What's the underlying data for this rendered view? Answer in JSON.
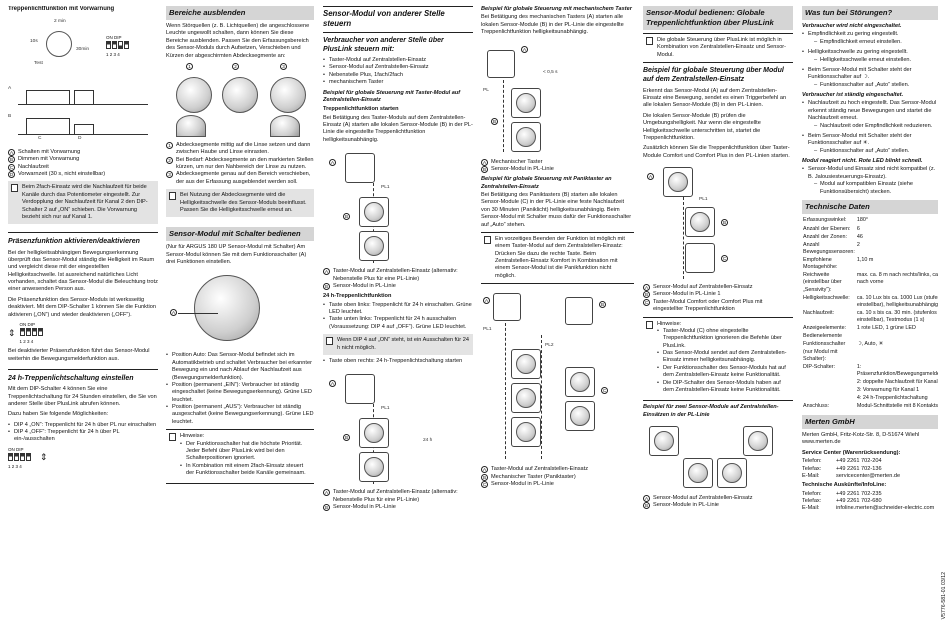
{
  "col1": {
    "title": "Treppenlichtfunktion mit Vorwarnung",
    "fig_labels": {
      "t1": "2 min",
      "t2": "10s",
      "t3": "30min",
      "test": "Test",
      "a": "A",
      "b": "B",
      "c": "C",
      "d": "D"
    },
    "legend": [
      {
        "k": "A",
        "t": "Schalten mit Vorwarnung"
      },
      {
        "k": "B",
        "t": "Dimmen mit Vorwarnung"
      },
      {
        "k": "C",
        "t": "Nachlaufzeit"
      },
      {
        "k": "D",
        "t": "Vorwarnzeit (30 s, nicht einstellbar)"
      }
    ],
    "note1": "Beim 2fach-Einsatz wird die Nachlaufzeit für beide Kanäle durch das Potentiometer eingestellt. Zur Verdopplung der Nachlaufzeit für Kanal 2 den DIP-Schalter 2 auf „ON“ schieben. Die Vorwarnung bezieht sich nur auf Kanal 1.",
    "sec1": "Präsenzfunktion aktivieren/deaktivieren",
    "p1": "Bei der helligkeitsabhängigen Bewegungserkennung überprüft das Sensor-Modul ständig die Helligkeit im Raum und vergleicht diese mit der eingestellten Helligkeitsschwelle. Ist ausreichend natürliches Licht vorhanden, schaltet das Sensor-Modul die Beleuchtung trotz einer anwesenden Person aus.",
    "p2": "Die Präsenzfunktion des Sensor-Moduls ist werksseitig deaktiviert. Mit dem DIP-Schalter 1 können Sie die Funktion aktivieren („ON“) und wieder deaktivieren („OFF“).",
    "p3": "Bei deaktivierter Präsenzfunktion führt das Sensor-Modul weiterhin die Bewegungsmelderfunktion aus.",
    "sec2": "24 h-Treppenlichtschaltung einstellen",
    "p4": "Mit dem DIP-Schalter 4 können Sie eine Treppenlichtschaltung für 24 Stunden einstellen, die Sie von anderer Stelle über PlusLink abrufen können.",
    "p5": "Dazu haben Sie folgende Möglichkeiten:",
    "list": [
      "DIP 4 „ON“: Treppenlicht für 24 h über PL nur einschalten",
      "DIP 4 „OFF“: Treppenlicht für 24 h über PL ein-/ausschalten"
    ],
    "dip_on": "ON DIP",
    "dip_nums": "1 2 3 4"
  },
  "col2": {
    "title": "Bereiche ausblenden",
    "p1": "Wenn Störquellen (z. B. Lichtquellen) die angeschlossene Leuchte ungewollt schalten, dann können Sie diese Bereiche ausblenden. Passen Sie den Erfassungsbereich des Sensor-Moduls durch Aufsetzen, Verschieben und Kürzen der abgeschirmten Abdecksegmente an:",
    "legend": [
      {
        "k": "1",
        "t": "Abdecksegmente mittig auf die Linse setzen und dann zwischen Haube und Linse einrasten."
      },
      {
        "k": "2",
        "t": "Bei Bedarf: Abdecksegmente an den markierten Stellen kürzen, um nur den Nahbereich der Linse zu nutzen."
      },
      {
        "k": "3",
        "t": "Abdecksegmente genau auf den Bereich verschieben, der aus der Erfassung ausgeblendet werden soll."
      }
    ],
    "note1": "Bei Nutzung der Abdecksegmente wird die Helligkeitsschwelle des Sensor-Moduls beeinflusst. Passen Sie die Helligkeitsschwelle erneut an.",
    "sec1": "Sensor-Modul mit Schalter bedienen",
    "p2": "(Nur für ARGUS 180 UP Sensor-Modul mit Schalter) Am Sensor-Modul können Sie mit dem Funktionsschalter (A) drei Funktionen einstellen.",
    "fig_a": "A",
    "list": [
      "Position Auto: Das Sensor-Modul befindet sich im Automatikbetrieb und schaltet Verbraucher bei erkannter Bewegung ein und nach Ablauf der Nachlaufzeit aus (Bewegungsmelderfunktion).",
      "Position (permanent „EIN“): Verbraucher ist ständig eingeschaltet (keine Bewegungserkennung). Grüne LED leuchtet.",
      "Position (permanent „AUS“): Verbraucher ist ständig ausgeschaltet (keine Bewegungserkennung). Grüne LED leuchtet."
    ],
    "note2_title": "Hinweise:",
    "note2": [
      "Der Funktionsschalter hat die höchste Priorität. Jeder Befehl über PlusLink wird bei den Schalterpositionen ignoriert.",
      "In Kombination mit einem 2fach-Einsatz steuert der Funktionsschalter beide Kanäle gemeinsam."
    ]
  },
  "col3": {
    "title": "Sensor-Modul von anderer Stelle steuern",
    "sub1": "Verbraucher von anderer Stelle über PlusLink steuern mit:",
    "list1": [
      "Taster-Modul auf Zentralstellen-Einsatz",
      "Sensor-Modul auf Zentralstellen-Einsatz",
      "Nebenstelle Plus, 1fach/2fach",
      "mechanischem Taster"
    ],
    "bi1": "Beispiel für globale Steuerung mit Taster-Modul auf Zentralstellen-Einsatz",
    "b1": "Treppenlichtfunktion starten",
    "p1": "Bei Betätigung des Taster-Moduls auf dem Zentralstellen-Einsatz (A) starten alle lokalen Sensor-Module (B) in der PL-Linie die eingestellte Treppenlichtfunktion helligkeitsunabhängig.",
    "fig_labels": {
      "pl1": "PL1",
      "a": "A",
      "b": "B"
    },
    "legend1": [
      {
        "k": "A",
        "t": "Taster-Modul auf Zentralstellen-Einsatz (alternativ: Nebenstelle Plus für eine PL-Linie)"
      },
      {
        "k": "B",
        "t": "Sensor-Modul in PL-Linie"
      }
    ],
    "b2": "24 h-Treppenlichtfunktion",
    "list2": [
      "Taste oben links: Treppenlicht für 24 h einschalten. Grüne LED leuchtet.",
      "Taste unten links: Treppenlicht für 24 h ausschalten (Voraussetzung: DIP 4 auf „OFF“). Grüne LED leuchtet."
    ],
    "note1": "Wenn DIP 4 auf „ON“ steht, ist ein Ausschalten für 24 h nicht möglich.",
    "list3": [
      "Taste oben rechts: 24 h-Treppenlichtschaltung starten"
    ],
    "fig2_label": "24 h",
    "legend2": [
      {
        "k": "A",
        "t": "Taster-Modul auf Zentralstellen-Einsatz (alternativ: Nebenstelle Plus für eine PL-Linie)"
      },
      {
        "k": "B",
        "t": "Sensor-Modul in PL-Linie"
      }
    ]
  },
  "col4": {
    "bi1": "Beispiel für globale Steuerung mit mechanischem Taster",
    "p1": "Bei Betätigung des mechanischen Tasters (A) starten alle lokalen Sensor-Module (B) in der PL-Linie die eingestellte Treppenlichtfunktion helligkeitsunabhängig.",
    "fig1": {
      "pl": "PL",
      "t": "< 0,5 s",
      "a": "A",
      "b": "B"
    },
    "legend1": [
      {
        "k": "A",
        "t": "Mechanischer Taster"
      },
      {
        "k": "B",
        "t": "Sensor-Modul in PL-Linie"
      }
    ],
    "bi2": "Beispiel für globale Steuerung mit Paniktaster an Zentralstellen-Einsatz",
    "p2": "Bei Betätigung des Paniktasters (B) starten alle lokalen Sensor-Module (C) in der PL-Linie eine feste Nachlaufzeit von 30 Minuten (Paniklicht) helligkeitsunabhängig. Beim Sensor-Modul mit Schalter muss dafür der Funktionsschalter auf „Auto“ stehen.",
    "note1": "Ein vorzeitiges Beenden der Funktion ist möglich mit einem Taster-Modul auf dem Zentralstellen-Einsatz: Drücken Sie dazu die rechte Taste. Beim Zentralstellen-Einsatz Komfort in Kombination mit einem Sensor-Modul ist die Panikfunktion nicht möglich.",
    "fig2": {
      "pl1": "PL1",
      "pl2": "PL2",
      "a": "A",
      "b": "B",
      "c": "C"
    },
    "legend2": [
      {
        "k": "A",
        "t": "Taster-Modul auf Zentralstellen-Einsatz"
      },
      {
        "k": "B",
        "t": "Mechanischer Taster (Paniktaster)"
      },
      {
        "k": "C",
        "t": "Sensor-Modul in PL-Linie"
      }
    ]
  },
  "col5": {
    "title": "Sensor-Modul bedienen: Globale Treppenlichtfunktion über PlusLink",
    "note1": "Die globale Steuerung über PlusLink ist möglich in Kombination von Zentralstellen-Einsatz und Sensor-Modul.",
    "sub1": "Beispiel für globale Steuerung über Modul auf dem Zentralstellen-Einsatz",
    "p1": "Erkennt das Sensor-Modul (A) auf dem Zentralstellen-Einsatz eine Bewegung, sendet es einen Triggerbefehl an alle lokalen Sensor-Module (B) in den PL-Linien.",
    "p2": "Die lokalen Sensor-Module (B) prüfen die Umgebungshelligkeit. Nur wenn die eingestellte Helligkeitsschwelle unterschritten ist, startet die Treppenlichtfunktion.",
    "p3": "Zusätzlich können Sie die Treppenlichtfunktion über Taster-Module Comfort und Comfort Plus in den PL-Linien starten.",
    "fig1": {
      "pl1": "PL1",
      "a": "A",
      "b": "B",
      "c": "C"
    },
    "legend1": [
      {
        "k": "A",
        "t": "Sensor-Modul auf Zentralstellen-Einsatz"
      },
      {
        "k": "B",
        "t": "Sensor-Modul in PL-Linie 1"
      },
      {
        "k": "C",
        "t": "Taster-Modul Comfort oder Comfort Plus mit eingestellter Treppenlichtfunktion"
      }
    ],
    "note2_title": "Hinweise:",
    "note2": [
      "Taster-Modul (C) ohne eingestellte Treppenlichtfunktion ignorieren die Befehle über PlusLink.",
      "Das Sensor-Modul sendet auf dem Zentralstellen-Einsatz immer helligkeitsunabhängig.",
      "Der Funktionsschalter des Sensor-Moduls hat auf dem Zentralstellen-Einsatz keine Funktionalität.",
      "Die DIP-Schalter des Sensor-Moduls haben auf dem Zentralstellen-Einsatz keine Funktionalität."
    ],
    "bi2": "Beispiel für zwei Sensor-Module auf Zentralstellen-Einsätzen in der PL-Linie",
    "legend2": [
      {
        "k": "A",
        "t": "Sensor-Modul auf Zentralstellen-Einsatz"
      },
      {
        "k": "B",
        "t": "Sensor-Module in PL-Linie"
      }
    ]
  },
  "col6": {
    "title": "Was tun bei Störungen?",
    "bi1": "Verbraucher wird nicht eingeschaltet.",
    "list1": [
      {
        "t": "Empfindlichkeit zu gering eingestellt.",
        "sub": [
          "Empfindlichkeit erneut einstellen."
        ]
      },
      {
        "t": "Helligkeitsschwelle zu gering eingestellt.",
        "sub": [
          "Helligkeitsschwelle erneut einstellen."
        ]
      },
      {
        "t": "Beim Sensor-Modul mit Schalter steht der Funktionsschalter auf ☽.",
        "sub": [
          "Funktionsschalter auf „Auto“ stellen."
        ]
      }
    ],
    "bi2": "Verbraucher ist ständig eingeschaltet.",
    "list2": [
      {
        "t": "Nachlaufzeit zu hoch eingestellt. Das Sensor-Modul erkennt ständig neue Bewegungen und startet die Nachlaufzeit erneut.",
        "sub": [
          "Nachlaufzeit oder Empfindlichkeit reduzieren."
        ]
      },
      {
        "t": "Beim Sensor-Modul mit Schalter steht der Funktionsschalter auf ☀.",
        "sub": [
          "Funktionsschalter auf „Auto“ stellen."
        ]
      }
    ],
    "bi3": "Modul reagiert nicht. Rote LED blinkt schnell.",
    "list3": [
      {
        "t": "Sensor-Modul und Einsatz sind nicht kompatibel (z. B. Jalousiesteuerungs-Einsatz).",
        "sub": [
          "Modul auf kompatiblen Einsatz (siehe Funktionsübersicht) stecken."
        ]
      }
    ],
    "tech_title": "Technische Daten",
    "tech": [
      {
        "k": "Erfassungswinkel:",
        "v": "180°"
      },
      {
        "k": "Anzahl der Ebenen:",
        "v": "6"
      },
      {
        "k": "Anzahl der Zonen:",
        "v": "46"
      },
      {
        "k": "Anzahl Bewegungssensoren:",
        "v": "2"
      },
      {
        "k": "Empfohlene Montagehöhe:",
        "v": "1,10 m"
      },
      {
        "k": "Reichweite (einstellbar über „Sensivity“):",
        "v": "max. ca. 8 m nach rechts/links, ca. 12 m nach vorne"
      },
      {
        "k": "Helligkeitsschwelle:",
        "v": "ca. 10 Lux bis ca. 1000 Lux (stufenlos einstellbar), helligkeitsunabhängig"
      },
      {
        "k": "Nachlaufzeit:",
        "v": "ca. 10 s bis ca. 30 min. (stufenlos einstellbar), Testmodus (1 s)"
      },
      {
        "k": "Anzeigeelemente:",
        "v": "1 rote LED, 1 grüne LED"
      },
      {
        "k": "Bedienelemente",
        "v": ""
      },
      {
        "k": "Funktionsschalter (nur Modul mit Schalter):",
        "v": "☽, Auto, ☀"
      },
      {
        "k": "DIP-Schalter:",
        "v": "1: Präsenzfunktion/Bewegungsmelderfunktion"
      },
      {
        "k": "",
        "v": "2: doppelte Nachlaufzeit für Kanal 2"
      },
      {
        "k": "",
        "v": "3: Vorwarnung für Kanal 1"
      },
      {
        "k": "",
        "v": "4: 24 h-Treppenlichtschaltung"
      },
      {
        "k": "Anschluss:",
        "v": "Modul-Schnittstelle mit 8 Kontaktstiften"
      }
    ],
    "company_title": "Merten GmbH",
    "company": [
      "Merten GmbH, Fritz-Kotz-Str. 8, D-51674 Wiehl",
      "www.merten.de"
    ],
    "service_title": "Service Center (Warenrücksendung):",
    "service": [
      {
        "k": "Telefon:",
        "v": "+49 2261 702-204"
      },
      {
        "k": "Telefax:",
        "v": "+49 2261 702-136"
      },
      {
        "k": "E-Mail:",
        "v": "servicecenter@merten.de"
      }
    ],
    "support_title": "Technische Auskünfte/InfoLine:",
    "support": [
      {
        "k": "Telefon:",
        "v": "+49 2261 702-235"
      },
      {
        "k": "Telefax:",
        "v": "+49 2261 702-680"
      },
      {
        "k": "E-Mail:",
        "v": "infoline.merten@schneider-electric.com"
      }
    ],
    "docnum": "V5776-581-01 03/12"
  }
}
